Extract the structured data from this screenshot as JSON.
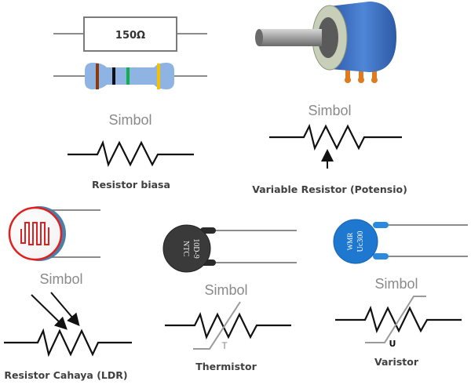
{
  "resistor_biasa": {
    "value_label": "150Ω",
    "simbol": "Simbol",
    "caption": "Resistor biasa",
    "bands": [
      "#8b3a0e",
      "#111111",
      "#12b04a",
      "#f5c000"
    ],
    "body_color": "#8fb4e3"
  },
  "potensio": {
    "simbol": "Simbol",
    "caption": "Variable Resistor (Potensio)",
    "body_color": "#3f6fc0",
    "terminal_color": "#e07a1f"
  },
  "ldr": {
    "simbol": "Simbol",
    "caption": "Resistor Cahaya (LDR)",
    "accent": "#e02020"
  },
  "thermistor": {
    "label_line1": "NTC",
    "label_line2": "10D-9",
    "simbol": "Simbol",
    "symbol_letter": "T",
    "caption": "Thermistor",
    "body_color": "#3a3a3a"
  },
  "varistor": {
    "label_line1": "WMR",
    "label_line2": "Uc300",
    "simbol": "Simbol",
    "symbol_letter": "U",
    "caption": "Varistor",
    "body_color": "#1f78d0"
  }
}
